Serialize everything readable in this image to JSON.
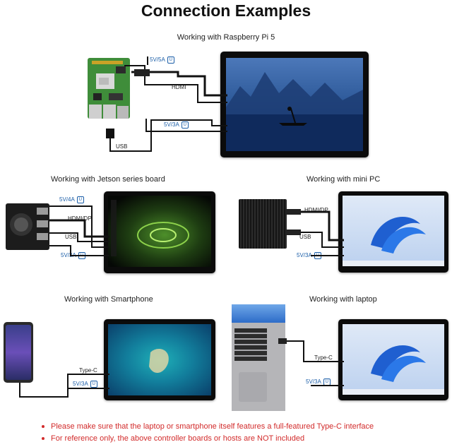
{
  "title": "Connection Examples",
  "sections": {
    "raspberry": {
      "caption": "Working with Raspberry Pi 5",
      "labels": {
        "power_top": "5V/5A",
        "hdmi": "HDMI",
        "power_display": "5V/3A",
        "usb": "USB"
      }
    },
    "jetson": {
      "caption": "Working with Jetson series board",
      "labels": {
        "power_top": "5V/4A",
        "hdmi": "HDMI/DP",
        "usb": "USB",
        "power_display": "5V/3A"
      }
    },
    "minipc": {
      "caption": "Working with mini PC",
      "labels": {
        "hdmi": "HDMI/DP",
        "usb": "USB",
        "power_display": "5V/3A"
      }
    },
    "smartphone": {
      "caption": "Working with Smartphone",
      "labels": {
        "typec": "Type-C",
        "power_display": "5V/3A"
      }
    },
    "laptop": {
      "caption": "Working with laptop",
      "labels": {
        "typec": "Type-C",
        "power_display": "5V/3A"
      }
    }
  },
  "notes": [
    "Please make sure that the laptop or smartphone itself features a full-featured Type-C interface",
    "For reference only, the above controller boards or hosts are NOT included"
  ],
  "colors": {
    "note_red": "#d22b2b",
    "label_blue": "#1b5ea8",
    "wire": "#111111"
  }
}
